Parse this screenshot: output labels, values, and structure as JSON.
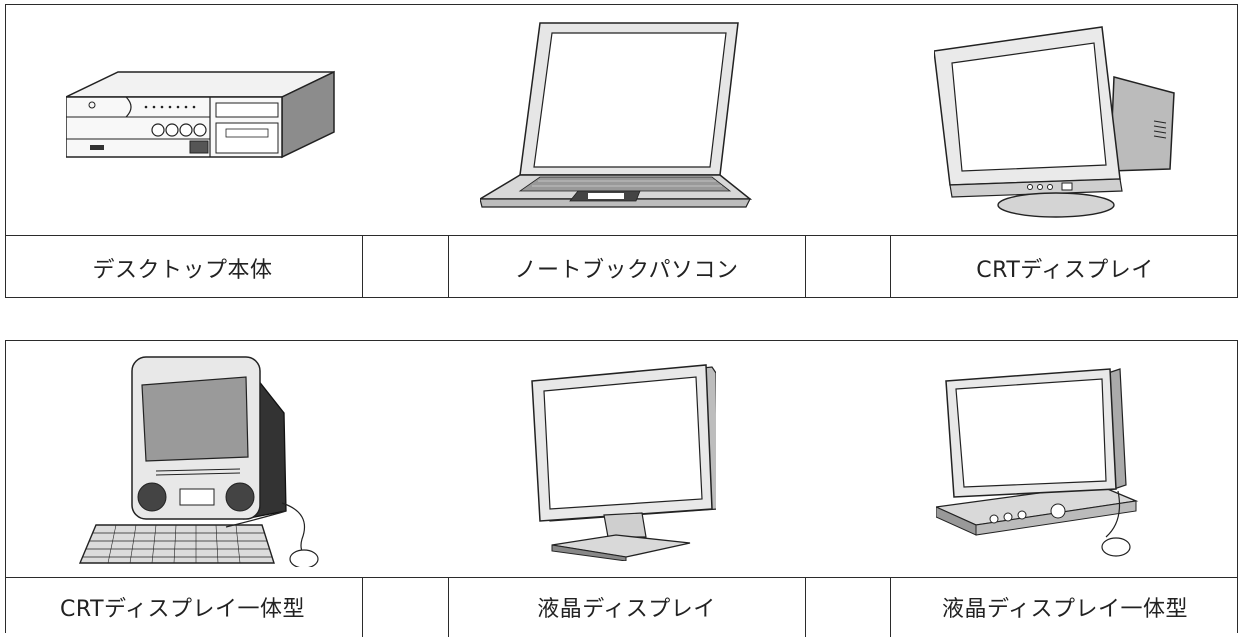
{
  "row1": {
    "labels": [
      "デスクトップ本体",
      "ノートブックパソコン",
      "CRTディスプレイ"
    ]
  },
  "row2": {
    "labels": [
      "CRTディスプレイ一体型",
      "液晶ディスプレイ",
      "液晶ディスプレイ一体型"
    ]
  },
  "icons": [
    "desktop-unit-icon",
    "laptop-icon",
    "crt-monitor-icon",
    "crt-all-in-one-icon",
    "lcd-monitor-icon",
    "lcd-all-in-one-icon"
  ]
}
